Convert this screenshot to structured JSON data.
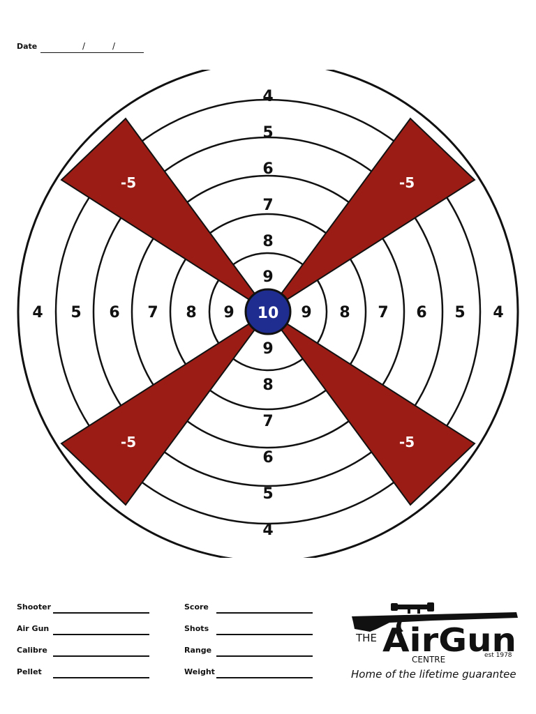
{
  "date": {
    "label": "Date",
    "sep1": "/",
    "sep2": "/"
  },
  "target": {
    "ring_labels": {
      "top": [
        "4",
        "5",
        "6",
        "7",
        "8",
        "9"
      ],
      "left": [
        "4",
        "5",
        "6",
        "7",
        "8",
        "9"
      ],
      "right": [
        "9",
        "8",
        "7",
        "6",
        "5",
        "4"
      ],
      "bottom": [
        "9",
        "8",
        "7",
        "6",
        "5",
        "4"
      ]
    },
    "bullseye": "10",
    "penalty": "-5",
    "colors": {
      "penalty": "#9b1c14",
      "bullseye": "#1e2d8f",
      "ring": "#111111"
    }
  },
  "fields_left": [
    {
      "label": "Shooter"
    },
    {
      "label": "Air Gun"
    },
    {
      "label": "Calibre"
    },
    {
      "label": "Pellet"
    }
  ],
  "fields_right": [
    {
      "label": "Score"
    },
    {
      "label": "Shots"
    },
    {
      "label": "Range"
    },
    {
      "label": "Weight"
    }
  ],
  "logo": {
    "the": "THE",
    "brand": "AirGun",
    "centre": "CENTRE",
    "est": "est 1978",
    "tagline": "Home of the lifetime guarantee"
  }
}
